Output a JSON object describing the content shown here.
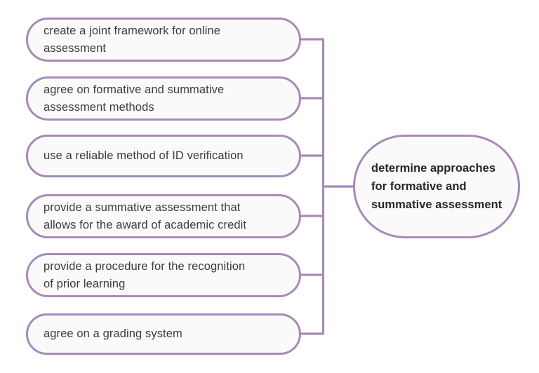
{
  "diagram": {
    "type": "mind-map",
    "orientation": "right-to-left-branches",
    "style": {
      "node_border_color": "#a58bb8",
      "node_fill_color": "#fbfafa",
      "connector_color": "#a58bb8",
      "leaf_text_color": "#3b3b3b",
      "root_text_color": "#262626",
      "background_color": "#ffffff"
    },
    "root": {
      "label": "determine approaches\nfor formative and\nsummative assessment",
      "bold": true
    },
    "branches": [
      {
        "label": "create a joint framework for online\nassessment"
      },
      {
        "label": "agree on formative and summative\nassessment methods"
      },
      {
        "label": "use a reliable method of ID verification"
      },
      {
        "label": "provide a summative assessment that\nallows for the award of academic credit"
      },
      {
        "label": "provide a procedure for the recognition\nof prior learning"
      },
      {
        "label": "agree on a grading system"
      }
    ]
  }
}
